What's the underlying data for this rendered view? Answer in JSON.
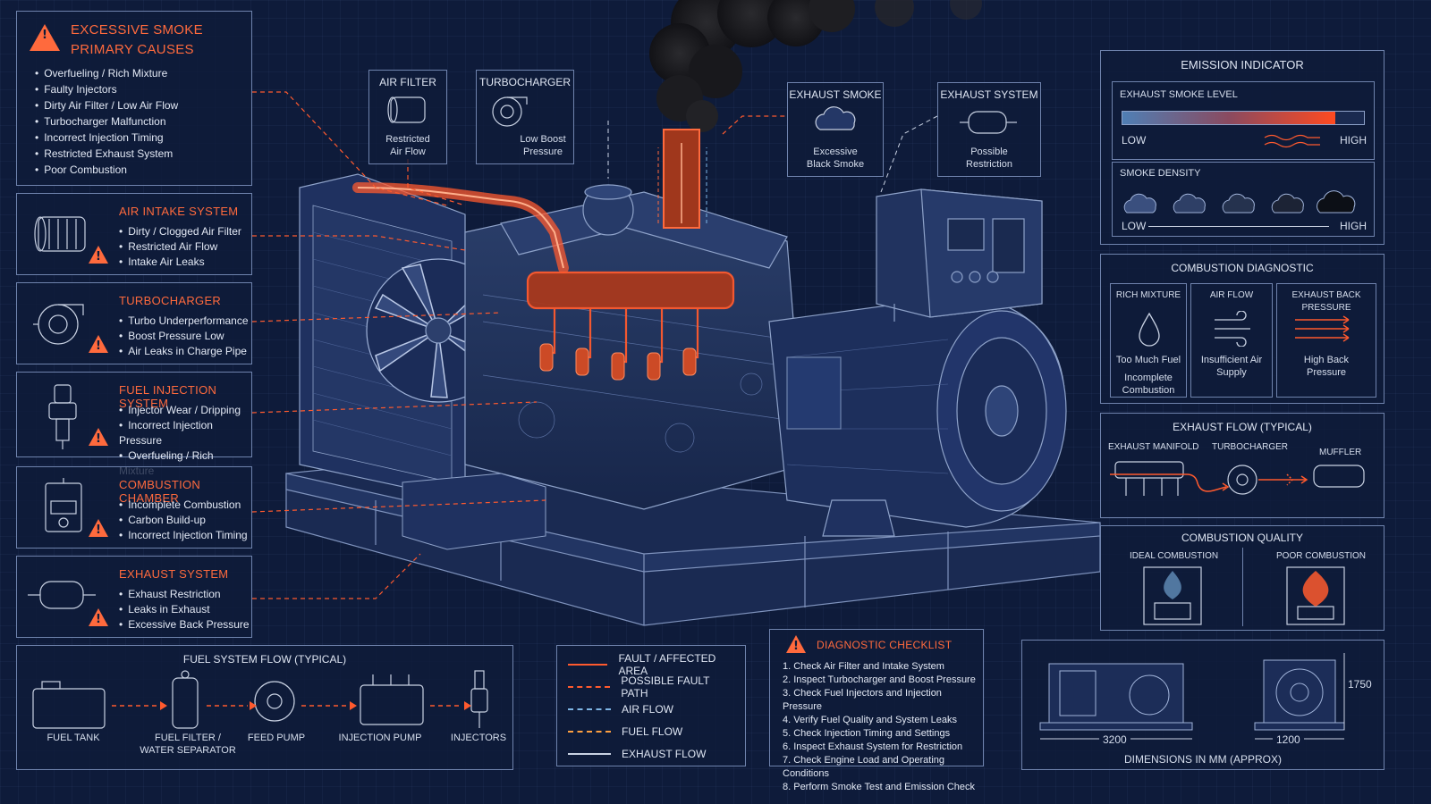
{
  "primary_causes": {
    "title_line1": "EXCESSIVE SMOKE",
    "title_line2": "PRIMARY CAUSES",
    "items": [
      "Overfueling / Rich Mixture",
      "Faulty Injectors",
      "Dirty Air Filter / Low Air Flow",
      "Turbocharger Malfunction",
      "Incorrect Injection Timing",
      "Restricted Exhaust System",
      "Poor Combustion"
    ]
  },
  "systems": [
    {
      "title": "AIR INTAKE SYSTEM",
      "items": [
        "Dirty / Clogged Air Filter",
        "Restricted Air Flow",
        "Intake Air Leaks"
      ]
    },
    {
      "title": "TURBOCHARGER",
      "items": [
        "Turbo Underperformance",
        "Boost Pressure Low",
        "Air Leaks in Charge Pipe"
      ]
    },
    {
      "title": "FUEL INJECTION SYSTEM",
      "items": [
        "Injector Wear / Dripping",
        "Incorrect Injection Pressure",
        "Overfueling / Rich Mixture"
      ]
    },
    {
      "title": "COMBUSTION CHAMBER",
      "items": [
        "Incomplete Combustion",
        "Carbon Build-up",
        "Incorrect Injection Timing"
      ]
    },
    {
      "title": "EXHAUST SYSTEM",
      "items": [
        "Exhaust Restriction",
        "Leaks in Exhaust",
        "Excessive Back Pressure"
      ]
    }
  ],
  "top_callouts": [
    {
      "title": "AIR FILTER",
      "line1": "Restricted",
      "line2": "Air Flow"
    },
    {
      "title": "TURBOCHARGER",
      "line1": "Low Boost",
      "line2": "Pressure"
    },
    {
      "title": "EXHAUST SMOKE",
      "line1": "Excessive",
      "line2": "Black Smoke"
    },
    {
      "title": "EXHAUST SYSTEM",
      "line1": "Possible",
      "line2": "Restriction"
    }
  ],
  "emission": {
    "title": "EMISSION INDICATOR",
    "smoke_level_label": "EXHAUST SMOKE LEVEL",
    "smoke_level": 0.88,
    "low": "LOW",
    "high": "HIGH",
    "density_label": "SMOKE DENSITY"
  },
  "combustion_diag": {
    "title": "COMBUSTION DIAGNOSTIC",
    "cols": [
      {
        "head": "RICH MIXTURE",
        "line1": "Too Much Fuel",
        "line2": "Incomplete",
        "line3": "Combustion"
      },
      {
        "head": "AIR FLOW",
        "line1": "Insufficient Air",
        "line2": "Supply",
        "line3": ""
      },
      {
        "head": "EXHAUST BACK PRESSURE",
        "line1": "High Back",
        "line2": "Pressure",
        "line3": ""
      }
    ]
  },
  "exhaust_flow": {
    "title": "EXHAUST FLOW (TYPICAL)",
    "labels": [
      "EXHAUST MANIFOLD",
      "TURBOCHARGER",
      "MUFFLER"
    ]
  },
  "combustion_quality": {
    "title": "COMBUSTION QUALITY",
    "ideal": "IDEAL COMBUSTION",
    "poor": "POOR COMBUSTION"
  },
  "fuel_flow": {
    "title": "FUEL SYSTEM FLOW (TYPICAL)",
    "steps": [
      {
        "line1": "FUEL TANK",
        "line2": ""
      },
      {
        "line1": "FUEL FILTER /",
        "line2": "WATER SEPARATOR"
      },
      {
        "line1": "FEED PUMP",
        "line2": ""
      },
      {
        "line1": "INJECTION PUMP",
        "line2": ""
      },
      {
        "line1": "INJECTORS",
        "line2": ""
      }
    ]
  },
  "legend": [
    {
      "label": "FAULT / AFFECTED AREA",
      "color": "#ff5a2e",
      "style": "solid"
    },
    {
      "label": "POSSIBLE FAULT PATH",
      "color": "#ff5a2e",
      "style": "dashed"
    },
    {
      "label": "AIR FLOW",
      "color": "#7fb6e6",
      "style": "dashed"
    },
    {
      "label": "FUEL FLOW",
      "color": "#ffa040",
      "style": "dashed"
    },
    {
      "label": "EXHAUST FLOW",
      "color": "#c9d2e3",
      "style": "solid"
    }
  ],
  "checklist": {
    "title": "DIAGNOSTIC CHECKLIST",
    "items": [
      "1.  Check Air Filter and Intake System",
      "2.  Inspect Turbocharger and Boost Pressure",
      "3.  Check Fuel Injectors and Injection Pressure",
      "4.  Verify Fuel Quality and System Leaks",
      "5.  Check Injection Timing and Settings",
      "6.  Inspect Exhaust System for Restriction",
      "7.  Check Engine Load and Operating Conditions",
      "8.  Perform Smoke Test and Emission Check"
    ]
  },
  "dimensions": {
    "length": "3200",
    "width": "1200",
    "height": "1750",
    "caption": "DIMENSIONS IN MM (APPROX)"
  },
  "colors": {
    "accent": "#ff5a2e",
    "line": "#6f83ad",
    "bg": "#0e1b3a"
  }
}
